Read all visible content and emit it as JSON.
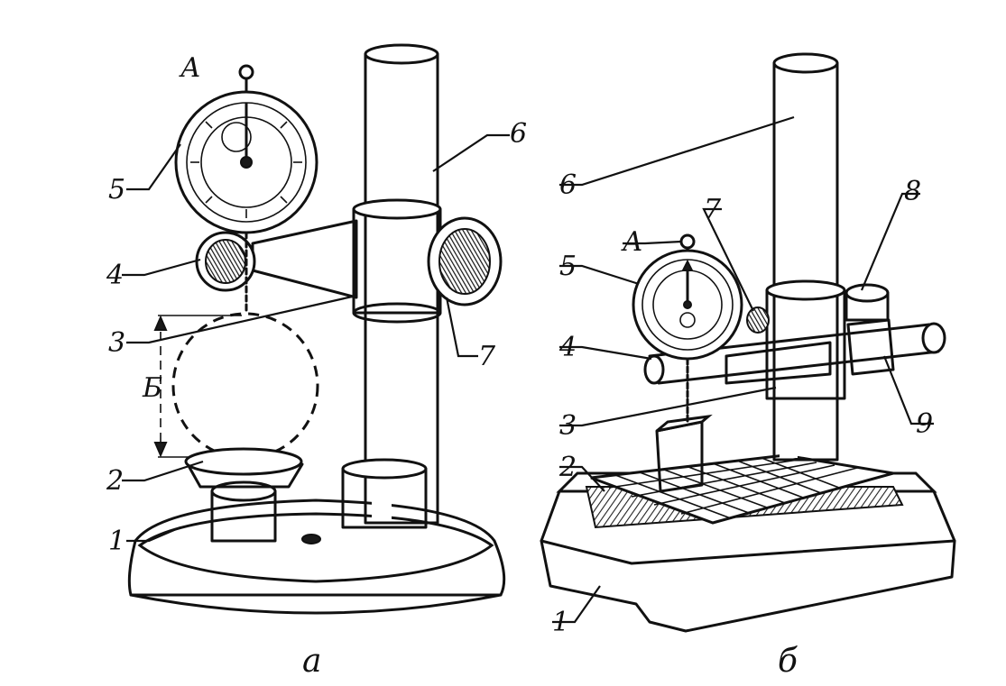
{
  "figure_a": {
    "caption": "а",
    "labels": {
      "l1": "1",
      "l2": "2",
      "l3": "3",
      "l4": "4",
      "l5": "5",
      "l6": "6",
      "l7": "7",
      "A": "А",
      "B": "Б"
    }
  },
  "figure_b": {
    "caption": "б",
    "labels": {
      "l1": "1",
      "l2": "2",
      "l3": "3",
      "l4": "4",
      "l5": "5",
      "l6": "6",
      "l7": "7",
      "l8": "8",
      "l9": "9",
      "A": "А"
    }
  }
}
